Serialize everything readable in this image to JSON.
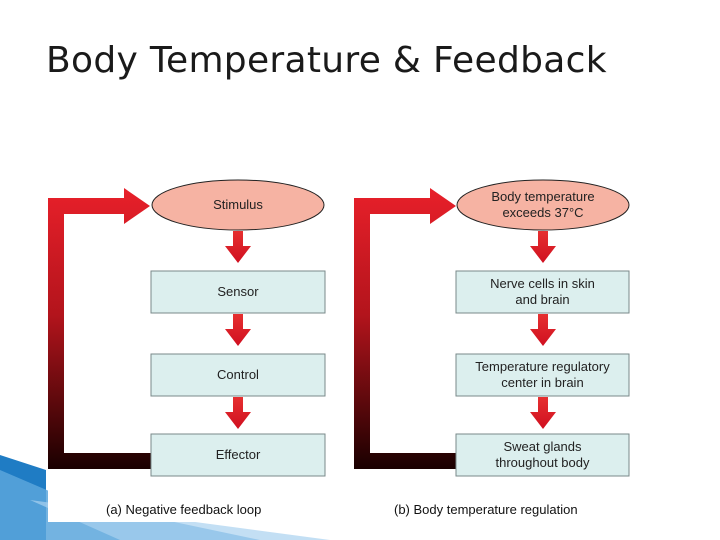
{
  "slide": {
    "title": "Body Temperature & Feedback"
  },
  "diagram_a": {
    "caption": "(a) Negative feedback loop",
    "nodes": [
      {
        "label": "Stimulus"
      },
      {
        "label": "Sensor"
      },
      {
        "label": "Control"
      },
      {
        "label": "Effector"
      }
    ]
  },
  "diagram_b": {
    "caption": "(b) Body temperature regulation",
    "nodes": [
      {
        "label": "Body temperature\nexceeds 37°C"
      },
      {
        "label": "Nerve cells in skin\nand brain"
      },
      {
        "label": "Temperature regulatory\ncenter in brain"
      },
      {
        "label": "Sweat glands\nthroughout body"
      }
    ]
  },
  "colors": {
    "oval_fill": "#f6b3a3",
    "box_fill": "#dcefee",
    "arrow_red": "#e0202a",
    "loop_dark": "#1a0000",
    "corner_blue": "#1f7cc4"
  }
}
